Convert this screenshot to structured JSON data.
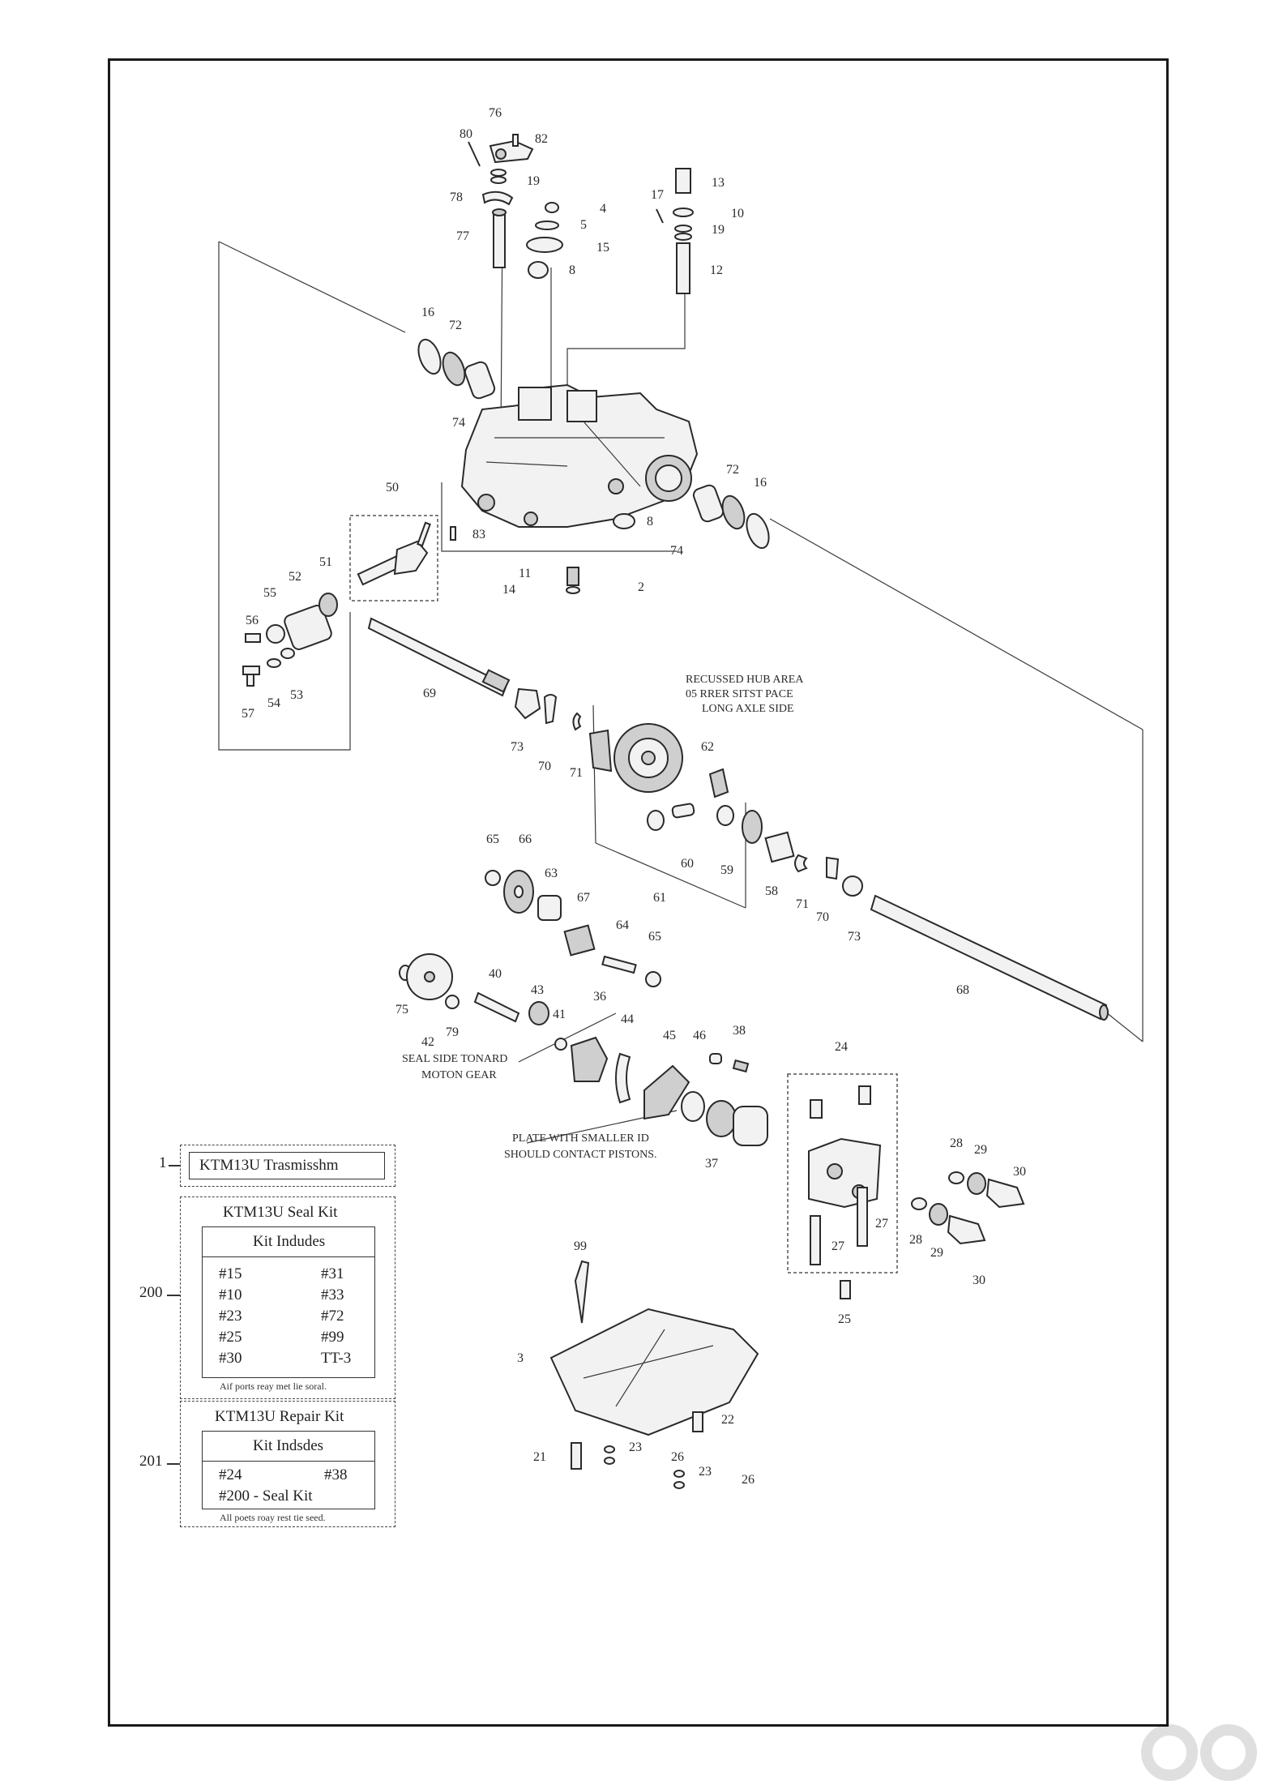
{
  "parts": {
    "p80": "80",
    "p76": "76",
    "p82": "82",
    "p19a": "19",
    "p78": "78",
    "p4": "4",
    "p5": "5",
    "p15": "15",
    "p8a": "8",
    "p77": "77",
    "p17": "17",
    "p13": "13",
    "p10": "10",
    "p19b": "19",
    "p12": "12",
    "p16a": "16",
    "p72a": "72",
    "p74a": "74",
    "p50": "50",
    "p83": "83",
    "p8b": "8",
    "p11": "11",
    "p14": "14",
    "p2": "2",
    "p74b": "74",
    "p72b": "72",
    "p16b": "16",
    "p51": "51",
    "p52": "52",
    "p55": "55",
    "p56": "56",
    "p57": "57",
    "p54": "54",
    "p53": "53",
    "p69": "69",
    "p73a": "73",
    "p70a": "70",
    "p71a": "71",
    "p62": "62",
    "p60": "60",
    "p61": "61",
    "p59": "59",
    "p58": "58",
    "p71b": "71",
    "p70b": "70",
    "p73b": "73",
    "p65a": "65",
    "p66": "66",
    "p63": "63",
    "p67": "67",
    "p64": "64",
    "p65b": "65",
    "p68": "68",
    "p75": "75",
    "p42": "42",
    "p79": "79",
    "p40": "40",
    "p43": "43",
    "p41": "41",
    "p36": "36",
    "p44": "44",
    "p45": "45",
    "p46": "46",
    "p38": "38",
    "p37": "37",
    "p24": "24",
    "p28a": "28",
    "p29a": "29",
    "p30a": "30",
    "p27a": "27",
    "p27b": "27",
    "p28b": "28",
    "p29b": "29",
    "p30b": "30",
    "p25": "25",
    "p99": "99",
    "p3": "3",
    "p22": "22",
    "p21": "21",
    "p23a": "23",
    "p26a": "26",
    "p23b": "23",
    "p26b": "26"
  },
  "notes": {
    "hub_line1": "RECUSSED HUB AREA",
    "hub_line2": "05 RRER SITST PACE",
    "hub_line3": "LONG AXLE SIDE",
    "seal_line1": "SEAL SIDE TONARD",
    "seal_line2": "MOTON GEAR",
    "plate_line1": "PLATE WITH SMALLER ID",
    "plate_line2": "SHOULD CONTACT PISTONS."
  },
  "kits": {
    "transmission": {
      "ref": "1",
      "title": "KTM13U Trasmisshm"
    },
    "seal_kit": {
      "ref": "200",
      "title": "KTM13U Seal Kit",
      "includes_label": "Kit Indudes",
      "left": [
        "#15",
        "#10",
        "#23",
        "#25",
        "#30"
      ],
      "right": [
        "#31",
        "#33",
        "#72",
        "#99",
        "TT-3"
      ],
      "footnote": "Aif ports reay met lie soral."
    },
    "repair_kit": {
      "ref": "201",
      "title": "KTM13U Repair Kit",
      "includes_label": "Kit Indsdes",
      "row1_left": "#24",
      "row1_right": "#38",
      "row2": "#200 - Seal Kit",
      "footnote": "All poets roay rest tie seed."
    }
  }
}
